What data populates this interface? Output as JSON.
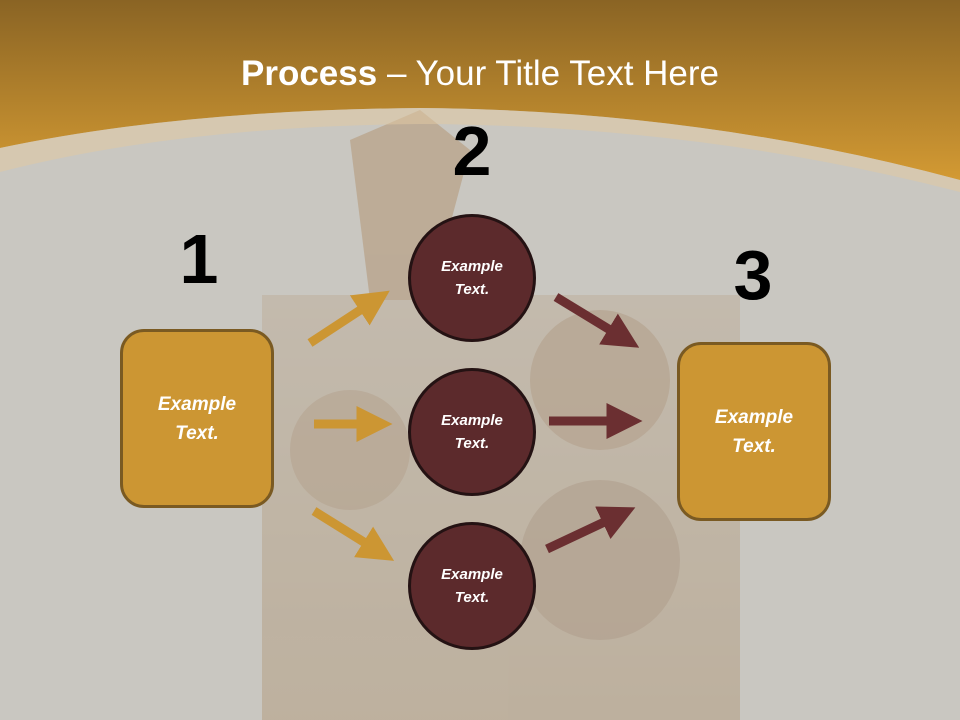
{
  "title": {
    "bold": "Process",
    "rest": " – Your Title Text Here"
  },
  "steps": {
    "one": "1",
    "two": "2",
    "three": "3"
  },
  "left_box": {
    "text": "Example Text."
  },
  "right_box": {
    "text": "Example Text."
  },
  "circles": [
    {
      "text": "Example Text."
    },
    {
      "text": "Example Text."
    },
    {
      "text": "Example Text."
    }
  ],
  "colors": {
    "header_gold": "#c48e2c",
    "box_fill": "#cc9633",
    "circle_fill": "#5c2a2c",
    "arrow_gold": "#cc9633",
    "arrow_maroon": "#6b2f31",
    "background": "#c9c7c1"
  }
}
